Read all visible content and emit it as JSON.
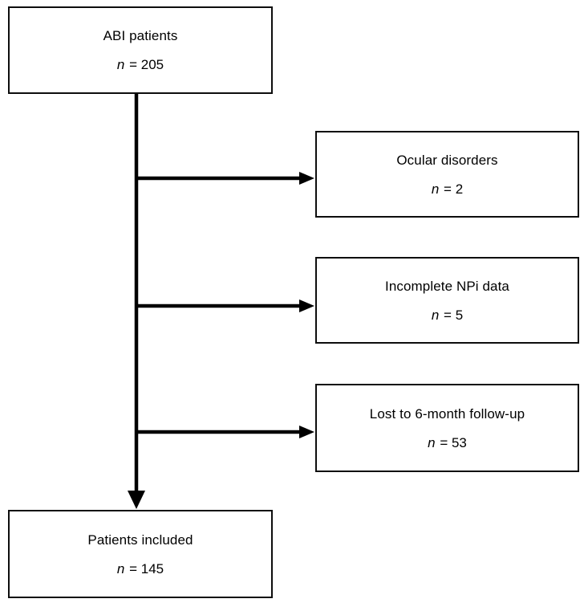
{
  "diagram": {
    "type": "flowchart",
    "colors": {
      "background": "#ffffff",
      "box_border": "#0d0d0d",
      "arrow": "#000000",
      "text": "#000000"
    },
    "boxes": [
      {
        "id": "abi-patients",
        "label": "ABI patients",
        "n_symbol": "n",
        "n_value": "= 205"
      },
      {
        "id": "ocular-disorders",
        "label": "Ocular disorders",
        "n_symbol": "n",
        "n_value": "= 2"
      },
      {
        "id": "incomplete-npi",
        "label": "Incomplete NPi data",
        "n_symbol": "n",
        "n_value": "= 5"
      },
      {
        "id": "lost-followup",
        "label": "Lost to 6-month follow-up",
        "n_symbol": "n",
        "n_value": "= 53"
      },
      {
        "id": "patients-included",
        "label": "Patients included",
        "n_symbol": "n",
        "n_value": "= 145"
      }
    ],
    "flows": [
      {
        "from": "abi-patients",
        "to": "patients-included",
        "style": "vertical-arrow"
      },
      {
        "from": "abi-patients",
        "to": "ocular-disorders",
        "style": "branch-arrow"
      },
      {
        "from": "abi-patients",
        "to": "incomplete-npi",
        "style": "branch-arrow"
      },
      {
        "from": "abi-patients",
        "to": "lost-followup",
        "style": "branch-arrow"
      }
    ]
  }
}
